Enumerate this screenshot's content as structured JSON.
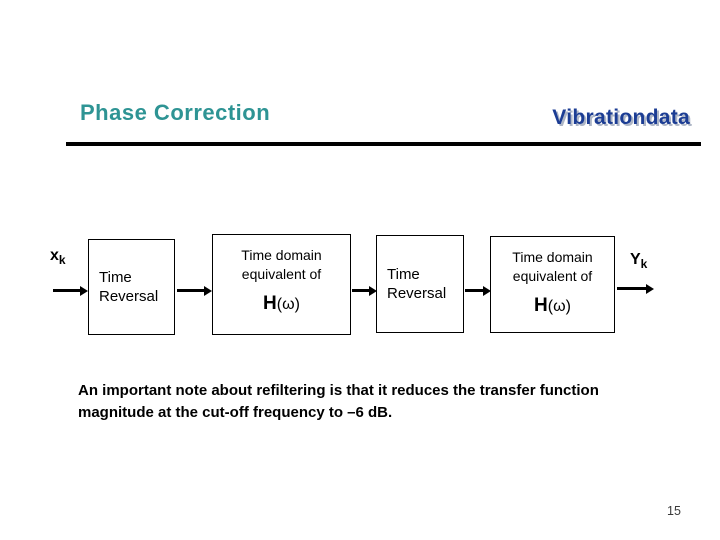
{
  "slide": {
    "title": "Phase Correction",
    "logo": "Vibrationdata",
    "page_number": "15"
  },
  "colors": {
    "title_teal": "#2E9494",
    "logo_navy": "#1C3D94",
    "logo_shadow": "#AEB6C6",
    "ink": "#000000"
  },
  "diagram": {
    "input_label": {
      "base": "x",
      "sub": "k"
    },
    "output_label": {
      "base": "Y",
      "sub": "k"
    },
    "boxes": [
      {
        "label": "Time\nReversal"
      },
      {
        "label": "Time domain\nequivalent of",
        "formula_base": "H",
        "formula_args": "(ω)"
      },
      {
        "label": "Time\nReversal"
      },
      {
        "label": "Time domain\nequivalent of",
        "formula_base": "H",
        "formula_args": "(ω)"
      }
    ]
  },
  "note": {
    "text": "An important note about refiltering is that it reduces the transfer function\nmagnitude at the cut-off frequency to –6 dB."
  }
}
